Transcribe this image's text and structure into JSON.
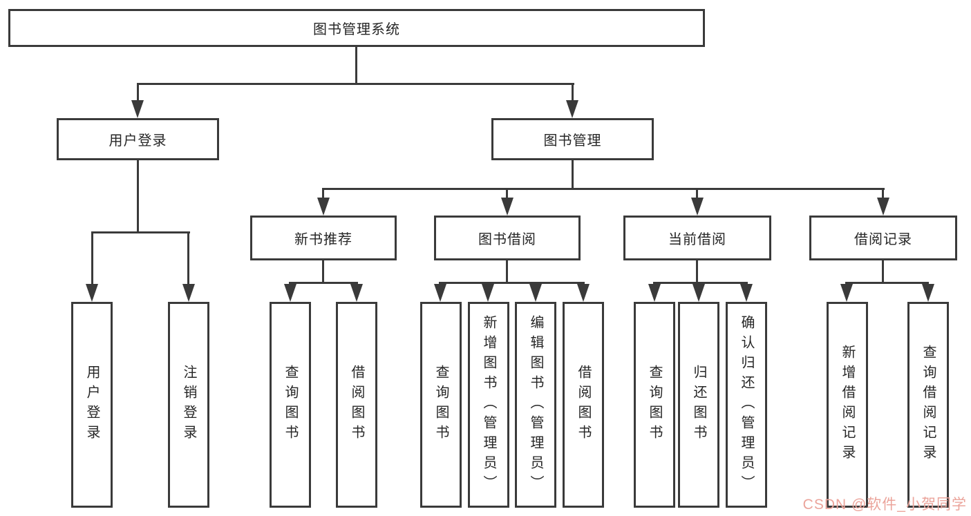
{
  "diagram": {
    "root": {
      "label": "图书管理系统"
    },
    "branches": [
      {
        "label": "用户登录",
        "children": [
          {
            "label": "用户登录"
          },
          {
            "label": "注销登录"
          }
        ]
      },
      {
        "label": "图书管理",
        "children": [
          {
            "label": "新书推荐",
            "children": [
              {
                "label": "查询图书"
              },
              {
                "label": "借阅图书"
              }
            ]
          },
          {
            "label": "图书借阅",
            "children": [
              {
                "label": "查询图书"
              },
              {
                "label": "新增图书（管理员）"
              },
              {
                "label": "编辑图书（管理员）"
              },
              {
                "label": "借阅图书"
              }
            ]
          },
          {
            "label": "当前借阅",
            "children": [
              {
                "label": "查询图书"
              },
              {
                "label": "归还图书"
              },
              {
                "label": "确认归还（管理员）"
              }
            ]
          },
          {
            "label": "借阅记录",
            "children": [
              {
                "label": "新增借阅记录"
              },
              {
                "label": "查询借阅记录"
              }
            ]
          }
        ]
      }
    ]
  },
  "watermark": {
    "text": "CSDN @软件_小贺同学"
  },
  "colors": {
    "line": "#3a3a3a",
    "text": "#262626",
    "background": "#ffffff",
    "watermark": "#eba49b"
  }
}
